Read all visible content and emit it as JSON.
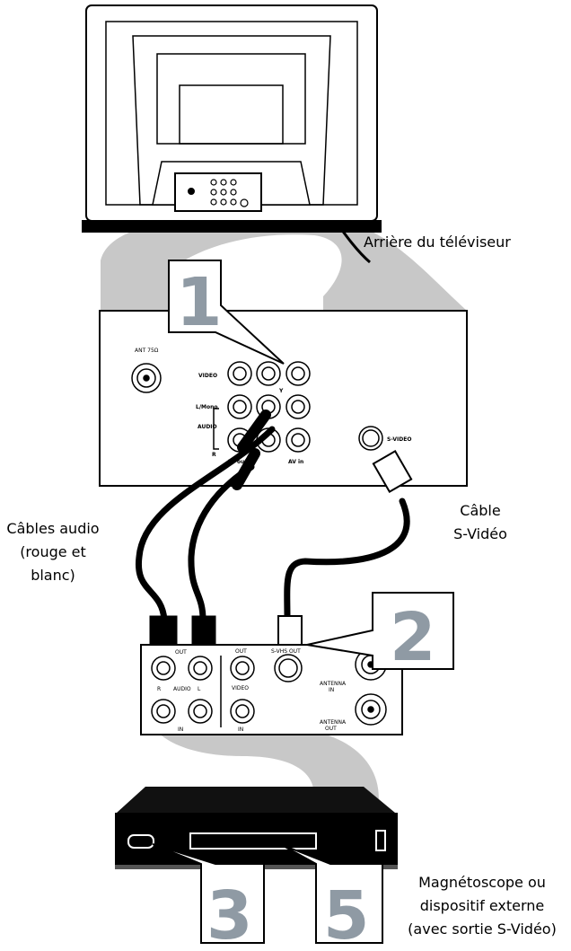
{
  "captions": {
    "tv_back": "Arrière du téléviseur",
    "svideo_cable": [
      "Câble",
      "S-Vidéo"
    ],
    "audio_cables": [
      "Câbles audio",
      "(rouge et",
      "blanc)"
    ],
    "vcr": [
      "Magnétoscope ou",
      "dispositif externe",
      "(avec sortie S-Vidéo)"
    ]
  },
  "steps": [
    "1",
    "2",
    "3",
    "5"
  ],
  "tv_panel": {
    "ant": "ANT 75Ω",
    "video": "VIDEO",
    "lmono": "L/Mono",
    "audio": "AUDIO",
    "r": "R",
    "y": "Y",
    "av_out": "AV out",
    "av_in": "AV in",
    "svideo": "S-VIDEO"
  },
  "vcr_panel": {
    "out": "OUT",
    "r": "R",
    "audio": "AUDIO",
    "l": "L",
    "in": "IN",
    "video_out": "OUT",
    "video": "VIDEO",
    "video_in": "IN",
    "svhs_out": "S-VHS OUT",
    "antenna_in": [
      "ANTENNA",
      "IN"
    ],
    "antenna_out": [
      "ANTENNA",
      "OUT"
    ]
  },
  "colors": {
    "flow": "#c4c4c4",
    "step": "#8f9aa4",
    "line": "#000000"
  }
}
